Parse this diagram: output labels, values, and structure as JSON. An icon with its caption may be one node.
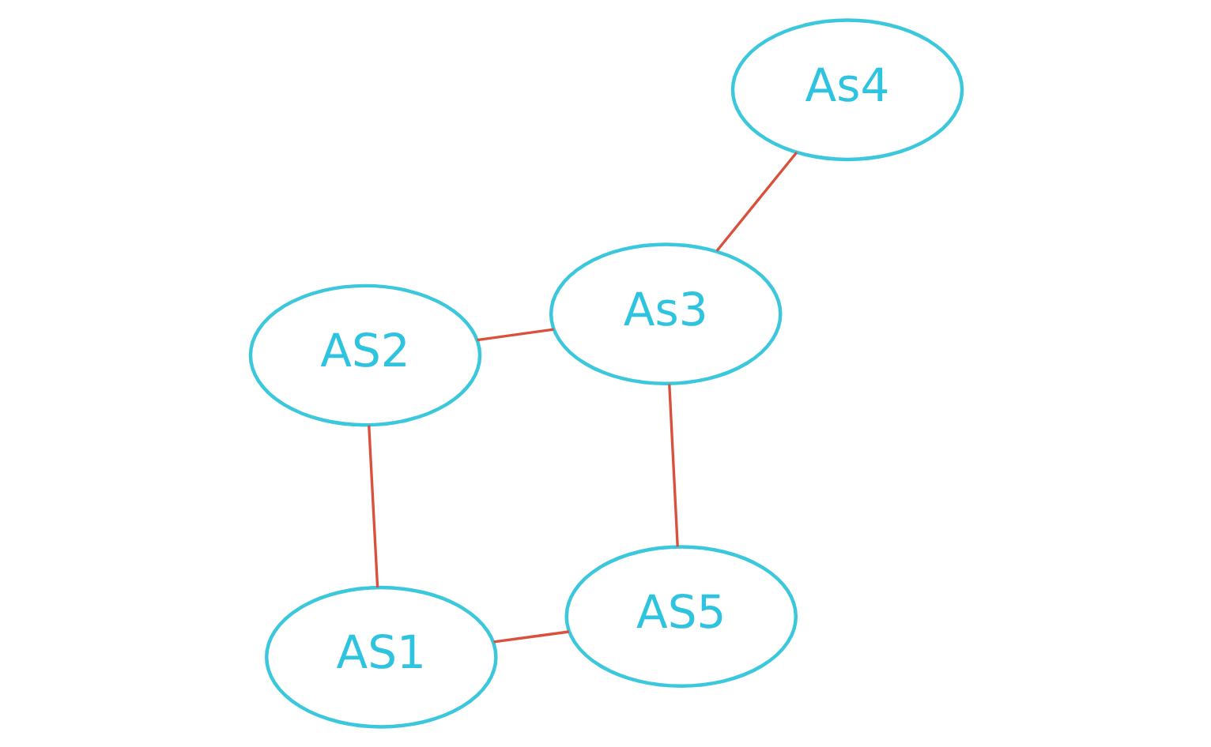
{
  "diagram": {
    "nodes": [
      {
        "text": [
          "AS1"
        ]
      },
      {
        "text": [
          "AS5"
        ]
      },
      {
        "text": [
          "AS2"
        ]
      },
      {
        "text": [
          "As3"
        ]
      },
      {
        "text": [
          "As4"
        ]
      }
    ],
    "edges": [
      {
        "from": 0,
        "to": 1,
        "arrow": "none"
      },
      {
        "from": 2,
        "to": 0,
        "arrow": "none"
      },
      {
        "from": 2,
        "to": 3,
        "arrow": "none"
      },
      {
        "from": 3,
        "to": 1,
        "arrow": "none"
      },
      {
        "from": 3,
        "to": 4,
        "arrow": "none"
      }
    ]
  }
}
